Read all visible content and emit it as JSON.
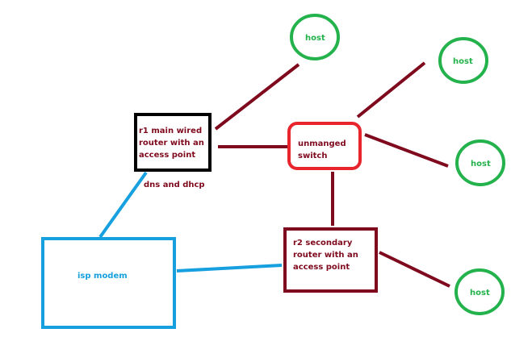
{
  "colors": {
    "link_wired": "#7f0a1e",
    "link_isp": "#17a0df",
    "host": "#23b24b",
    "switch": "#e8242d",
    "r1_border": "#000000",
    "r2_border": "#7f0a1e",
    "isp_border": "#17a0df",
    "router_text": "#7f0a1e",
    "isp_text": "#17a0df"
  },
  "r1": {
    "label_lines": [
      "r1 main wired",
      "router with an",
      "access point"
    ],
    "note": "dns and dhcp"
  },
  "switch": {
    "label_lines": [
      "unmanged",
      "switch"
    ]
  },
  "r2": {
    "label_lines": [
      "r2 secondary",
      "router with an",
      "access point"
    ]
  },
  "isp": {
    "label": "isp modem"
  },
  "hosts": [
    {
      "label": "host"
    },
    {
      "label": "host"
    },
    {
      "label": "host"
    },
    {
      "label": "host"
    }
  ]
}
